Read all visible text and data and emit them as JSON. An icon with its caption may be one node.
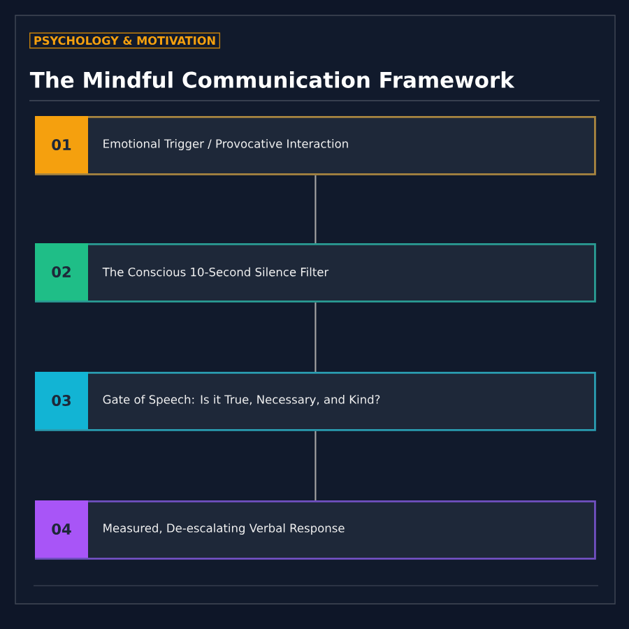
{
  "diagram": {
    "title": "The Mindful Communication Framework",
    "nodes": [
      {
        "text": [
          "01",
          "Emotional Trigger / Provocative Interaction"
        ]
      },
      {
        "text": [
          "02",
          "The Conscious 10-Second Silence Filter"
        ]
      },
      {
        "text": [
          "03",
          "Gate of Speech: Is it True, Necessary, and Kind?"
        ]
      },
      {
        "text": [
          "04",
          "Measured, De-escalating Verbal Response"
        ]
      }
    ],
    "edges": [
      {
        "from": 0,
        "to": 1,
        "arrow": "none"
      },
      {
        "from": 1,
        "to": 2,
        "arrow": "none"
      },
      {
        "from": 2,
        "to": 3,
        "arrow": "none"
      }
    ],
    "labels": [
      "PSYCHOLOGY & MOTIVATION"
    ]
  }
}
